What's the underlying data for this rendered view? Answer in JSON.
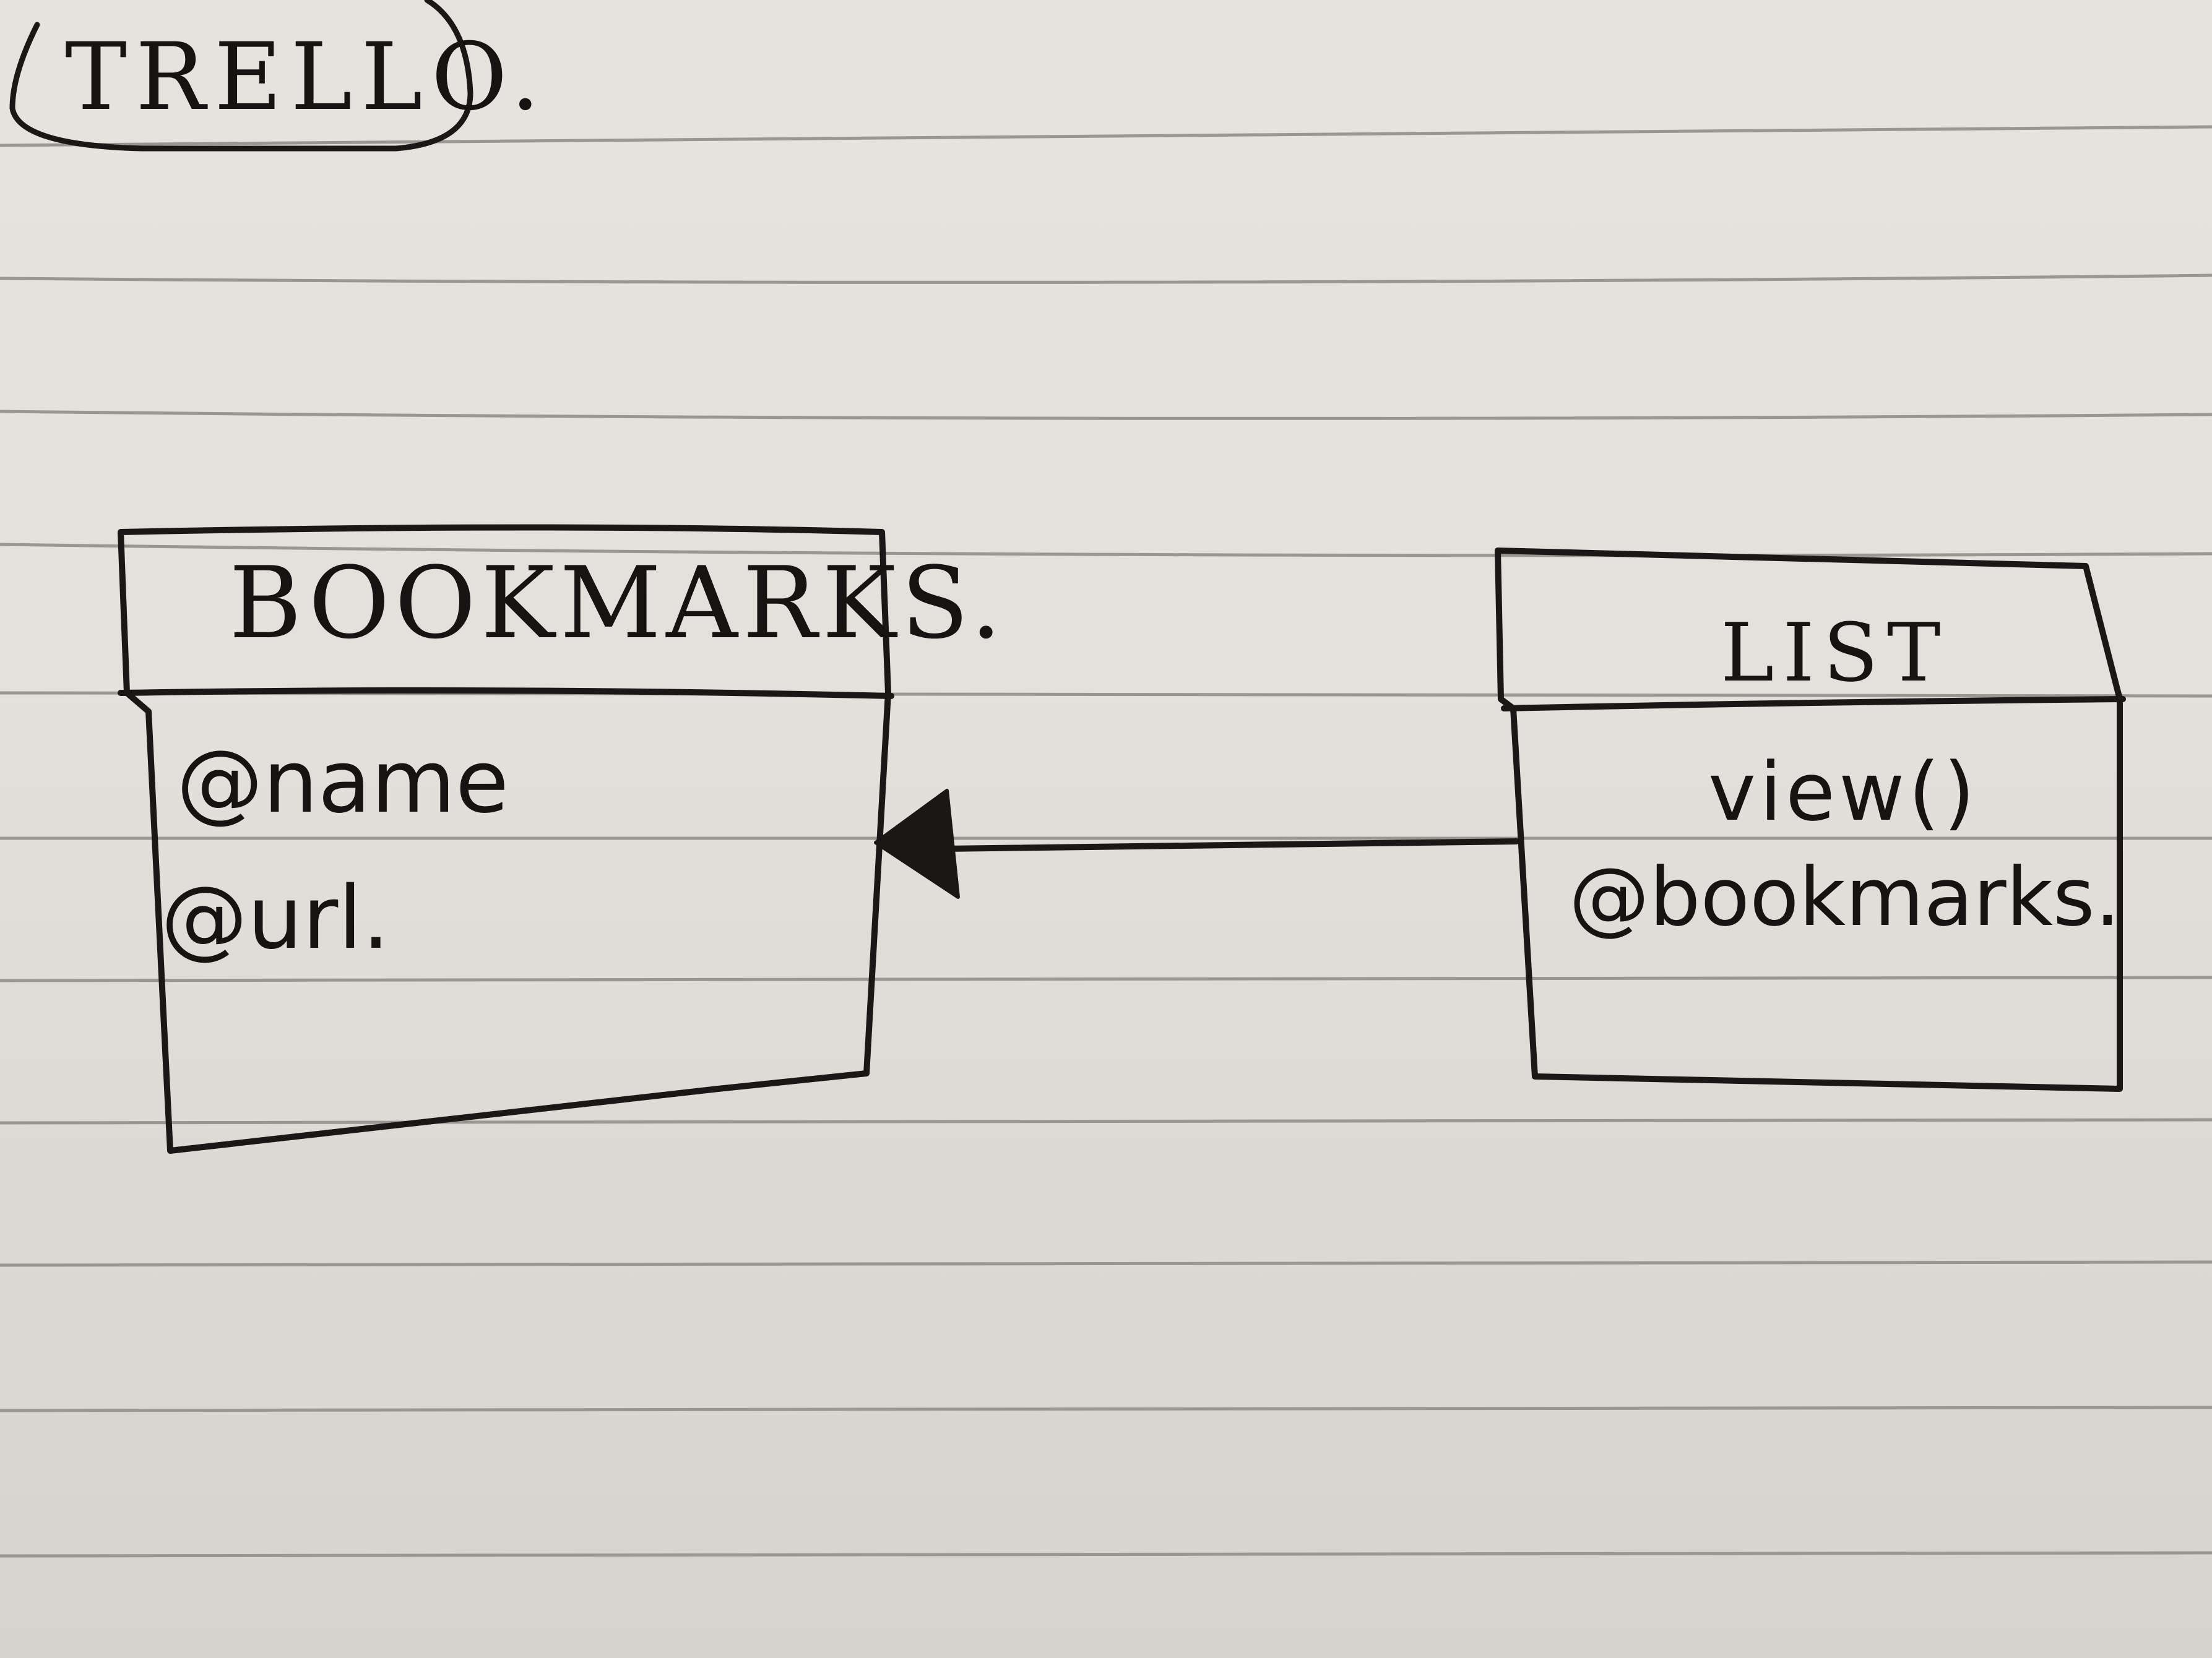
{
  "title": "TRELLO.",
  "classes": {
    "left": {
      "name": "BOOKMARKS.",
      "attributes": [
        "@name",
        "@url."
      ],
      "methods": []
    },
    "right": {
      "name": "LIST",
      "methods": [
        "view()"
      ],
      "attributes": [
        "@bookmarks."
      ]
    }
  },
  "relationship": {
    "from": "LIST",
    "to": "BOOKMARKS.",
    "arrowhead": "filled-triangle"
  },
  "colors": {
    "paper": "#e4e1dc",
    "ruled_line": "#9a9792",
    "ink": "#161413"
  }
}
